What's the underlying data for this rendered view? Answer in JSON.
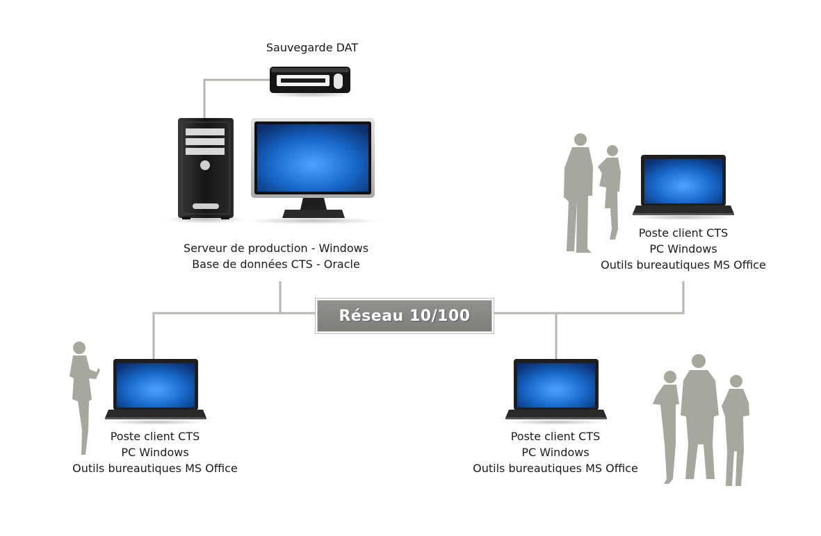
{
  "backup": {
    "label": "Sauvegarde DAT"
  },
  "server": {
    "line1": "Serveur de production - Windows",
    "line2": "Base de données CTS - Oracle"
  },
  "network": {
    "label": "Réseau 10/100"
  },
  "clients": [
    {
      "line1": "Poste client CTS",
      "line2": "PC Windows",
      "line3": "Outils bureautiques MS Office"
    },
    {
      "line1": "Poste client CTS",
      "line2": "PC Windows",
      "line3": "Outils bureautiques MS Office"
    },
    {
      "line1": "Poste client CTS",
      "line2": "PC Windows",
      "line3": "Outils bureautiques MS Office"
    }
  ],
  "colors": {
    "connector": "#b4b7ae",
    "silhouette": "#a5a89c",
    "screen": "#1d6fd0",
    "device": "#1e1e1e"
  }
}
